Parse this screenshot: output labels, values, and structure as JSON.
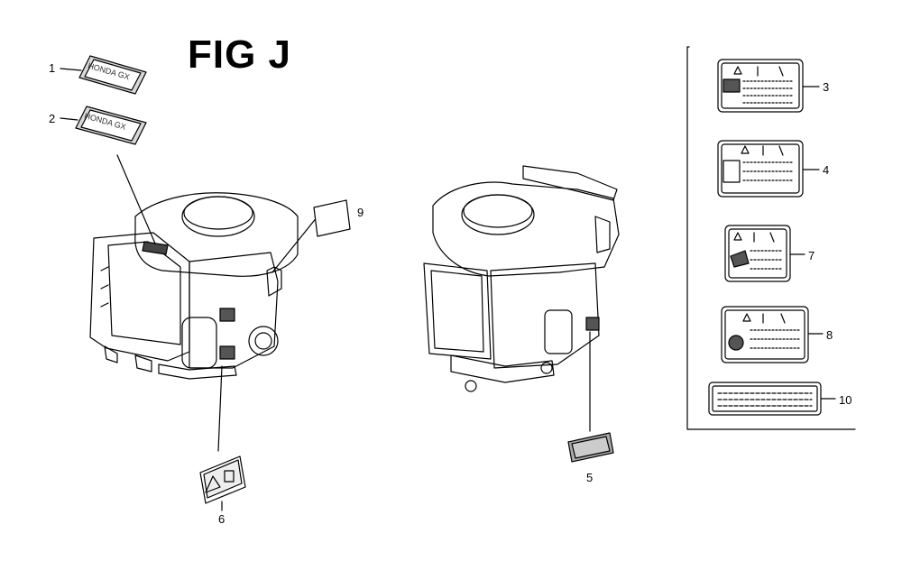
{
  "figure": {
    "title": "FIG J"
  },
  "callouts": {
    "c1": "1",
    "c2": "2",
    "c3": "3",
    "c4": "4",
    "c5": "5",
    "c6": "6",
    "c7": "7",
    "c8": "8",
    "c9": "9",
    "c10": "10"
  },
  "label_1_text": "HONDA GX",
  "label_2_text": "HONDA GX",
  "colors": {
    "line": "#000000",
    "shade": "#6a6a6a",
    "background": "#ffffff"
  }
}
